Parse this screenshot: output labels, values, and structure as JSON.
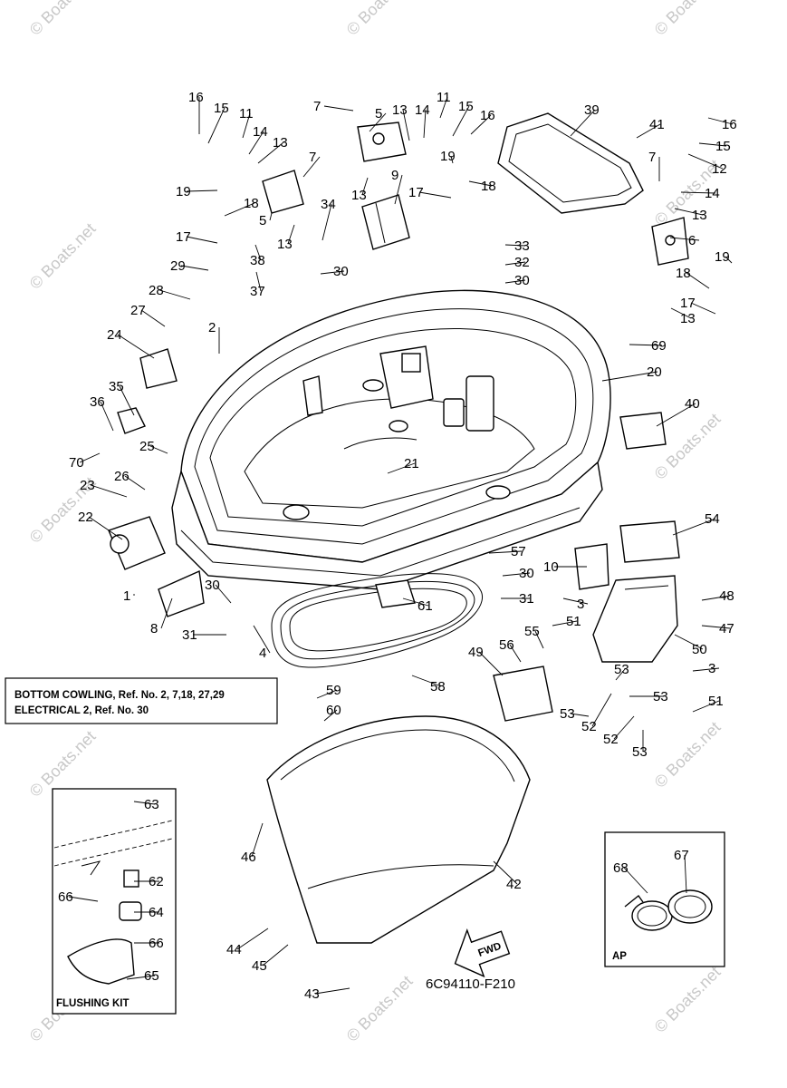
{
  "drawing_code": "6C94110-F210",
  "reference_box": {
    "line1": "BOTTOM COWLING, Ref. No. 2, 7,18, 27,29",
    "line2": "ELECTRICAL 2, Ref. No. 30"
  },
  "flushing_kit_label": "FLUSHING KIT",
  "ap_label": "AP",
  "fwd_label": "FWD",
  "watermark_text": "© Boats.net",
  "colors": {
    "ink": "#000000",
    "watermark": "#c8c8c8",
    "paper": "#ffffff"
  },
  "callouts": [
    "1",
    "2",
    "3",
    "4",
    "5",
    "6",
    "7",
    "8",
    "9",
    "10",
    "11",
    "12",
    "13",
    "14",
    "15",
    "16",
    "17",
    "18",
    "19",
    "20",
    "21",
    "22",
    "23",
    "24",
    "25",
    "26",
    "27",
    "28",
    "29",
    "30",
    "31",
    "32",
    "33",
    "34",
    "35",
    "36",
    "37",
    "38",
    "39",
    "40",
    "41",
    "42",
    "43",
    "44",
    "45",
    "46",
    "47",
    "48",
    "49",
    "50",
    "51",
    "52",
    "53",
    "54",
    "55",
    "56",
    "57",
    "58",
    "59",
    "60",
    "61",
    "62",
    "63",
    "64",
    "65",
    "66",
    "67",
    "68",
    "69",
    "70"
  ]
}
